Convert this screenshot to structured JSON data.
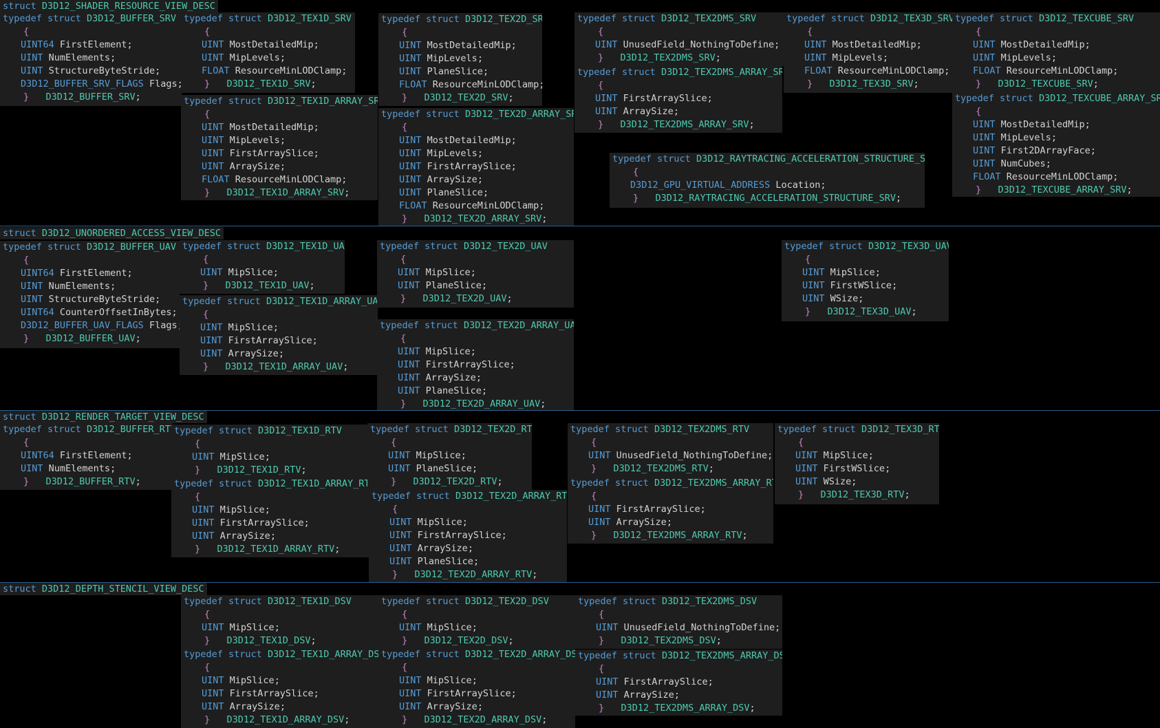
{
  "colors": {
    "background": "#000000",
    "panel": "#1e1e1e",
    "keyword": "#569cd6",
    "type": "#4ec9b0",
    "identifier": "#d4d4d4",
    "brace": "#c586c0",
    "divider": "#2b5f8e"
  },
  "sections": [
    {
      "keyword": "struct",
      "name": "D3D12_SHADER_RESOURCE_VIEW_DESC"
    },
    {
      "keyword": "struct",
      "name": "D3D12_UNORDERED_ACCESS_VIEW_DESC"
    },
    {
      "keyword": "struct",
      "name": "D3D12_RENDER_TARGET_VIEW_DESC"
    },
    {
      "keyword": "struct",
      "name": "D3D12_DEPTH_STENCIL_VIEW_DESC"
    }
  ],
  "blocks": [
    {
      "name": "D3D12_BUFFER_SRV",
      "fields": [
        [
          "UINT64",
          "FirstElement"
        ],
        [
          "UINT",
          "NumElements"
        ],
        [
          "UINT",
          "StructureByteStride"
        ],
        [
          "D3D12_BUFFER_SRV_FLAGS",
          "Flags"
        ]
      ]
    },
    {
      "name": "D3D12_TEX1D_SRV",
      "fields": [
        [
          "UINT",
          "MostDetailedMip"
        ],
        [
          "UINT",
          "MipLevels"
        ],
        [
          "FLOAT",
          "ResourceMinLODClamp"
        ]
      ]
    },
    {
      "name": "D3D12_TEX1D_ARRAY_SRV",
      "fields": [
        [
          "UINT",
          "MostDetailedMip"
        ],
        [
          "UINT",
          "MipLevels"
        ],
        [
          "UINT",
          "FirstArraySlice"
        ],
        [
          "UINT",
          "ArraySize"
        ],
        [
          "FLOAT",
          "ResourceMinLODClamp"
        ]
      ]
    },
    {
      "name": "D3D12_TEX2D_SRV",
      "fields": [
        [
          "UINT",
          "MostDetailedMip"
        ],
        [
          "UINT",
          "MipLevels"
        ],
        [
          "UINT",
          "PlaneSlice"
        ],
        [
          "FLOAT",
          "ResourceMinLODClamp"
        ]
      ]
    },
    {
      "name": "D3D12_TEX2D_ARRAY_SRV",
      "fields": [
        [
          "UINT",
          "MostDetailedMip"
        ],
        [
          "UINT",
          "MipLevels"
        ],
        [
          "UINT",
          "FirstArraySlice"
        ],
        [
          "UINT",
          "ArraySize"
        ],
        [
          "UINT",
          "PlaneSlice"
        ],
        [
          "FLOAT",
          "ResourceMinLODClamp"
        ]
      ]
    },
    {
      "name": "D3D12_TEX2DMS_SRV",
      "fields": [
        [
          "UINT",
          "UnusedField_NothingToDefine"
        ]
      ]
    },
    {
      "name": "D3D12_TEX2DMS_ARRAY_SRV",
      "fields": [
        [
          "UINT",
          "FirstArraySlice"
        ],
        [
          "UINT",
          "ArraySize"
        ]
      ]
    },
    {
      "name": "D3D12_RAYTRACING_ACCELERATION_STRUCTURE_SRV",
      "fields": [
        [
          "D3D12_GPU_VIRTUAL_ADDRESS",
          "Location"
        ]
      ]
    },
    {
      "name": "D3D12_TEX3D_SRV",
      "fields": [
        [
          "UINT",
          "MostDetailedMip"
        ],
        [
          "UINT",
          "MipLevels"
        ],
        [
          "FLOAT",
          "ResourceMinLODClamp"
        ]
      ]
    },
    {
      "name": "D3D12_TEXCUBE_SRV",
      "fields": [
        [
          "UINT",
          "MostDetailedMip"
        ],
        [
          "UINT",
          "MipLevels"
        ],
        [
          "FLOAT",
          "ResourceMinLODClamp"
        ]
      ]
    },
    {
      "name": "D3D12_TEXCUBE_ARRAY_SRV",
      "fields": [
        [
          "UINT",
          "MostDetailedMip"
        ],
        [
          "UINT",
          "MipLevels"
        ],
        [
          "UINT",
          "First2DArrayFace"
        ],
        [
          "UINT",
          "NumCubes"
        ],
        [
          "FLOAT",
          "ResourceMinLODClamp"
        ]
      ]
    },
    {
      "name": "D3D12_BUFFER_UAV",
      "fields": [
        [
          "UINT64",
          "FirstElement"
        ],
        [
          "UINT",
          "NumElements"
        ],
        [
          "UINT",
          "StructureByteStride"
        ],
        [
          "UINT64",
          "CounterOffsetInBytes"
        ],
        [
          "D3D12_BUFFER_UAV_FLAGS",
          "Flags"
        ]
      ]
    },
    {
      "name": "D3D12_TEX1D_UAV",
      "fields": [
        [
          "UINT",
          "MipSlice"
        ]
      ]
    },
    {
      "name": "D3D12_TEX1D_ARRAY_UAV",
      "fields": [
        [
          "UINT",
          "MipSlice"
        ],
        [
          "UINT",
          "FirstArraySlice"
        ],
        [
          "UINT",
          "ArraySize"
        ]
      ]
    },
    {
      "name": "D3D12_TEX2D_UAV",
      "fields": [
        [
          "UINT",
          "MipSlice"
        ],
        [
          "UINT",
          "PlaneSlice"
        ]
      ]
    },
    {
      "name": "D3D12_TEX2D_ARRAY_UAV",
      "fields": [
        [
          "UINT",
          "MipSlice"
        ],
        [
          "UINT",
          "FirstArraySlice"
        ],
        [
          "UINT",
          "ArraySize"
        ],
        [
          "UINT",
          "PlaneSlice"
        ]
      ]
    },
    {
      "name": "D3D12_TEX3D_UAV",
      "fields": [
        [
          "UINT",
          "MipSlice"
        ],
        [
          "UINT",
          "FirstWSlice"
        ],
        [
          "UINT",
          "WSize"
        ]
      ]
    },
    {
      "name": "D3D12_BUFFER_RTV",
      "fields": [
        [
          "UINT64",
          "FirstElement"
        ],
        [
          "UINT",
          "NumElements"
        ]
      ]
    },
    {
      "name": "D3D12_TEX1D_RTV",
      "fields": [
        [
          "UINT",
          "MipSlice"
        ]
      ]
    },
    {
      "name": "D3D12_TEX1D_ARRAY_RTV",
      "fields": [
        [
          "UINT",
          "MipSlice"
        ],
        [
          "UINT",
          "FirstArraySlice"
        ],
        [
          "UINT",
          "ArraySize"
        ]
      ]
    },
    {
      "name": "D3D12_TEX2D_RTV",
      "fields": [
        [
          "UINT",
          "MipSlice"
        ],
        [
          "UINT",
          "PlaneSlice"
        ]
      ]
    },
    {
      "name": "D3D12_TEX2D_ARRAY_RTV",
      "fields": [
        [
          "UINT",
          "MipSlice"
        ],
        [
          "UINT",
          "FirstArraySlice"
        ],
        [
          "UINT",
          "ArraySize"
        ],
        [
          "UINT",
          "PlaneSlice"
        ]
      ]
    },
    {
      "name": "D3D12_TEX2DMS_RTV",
      "fields": [
        [
          "UINT",
          "UnusedField_NothingToDefine"
        ]
      ]
    },
    {
      "name": "D3D12_TEX2DMS_ARRAY_RTV",
      "fields": [
        [
          "UINT",
          "FirstArraySlice"
        ],
        [
          "UINT",
          "ArraySize"
        ]
      ]
    },
    {
      "name": "D3D12_TEX3D_RTV",
      "fields": [
        [
          "UINT",
          "MipSlice"
        ],
        [
          "UINT",
          "FirstWSlice"
        ],
        [
          "UINT",
          "WSize"
        ]
      ]
    },
    {
      "name": "D3D12_TEX1D_DSV",
      "fields": [
        [
          "UINT",
          "MipSlice"
        ]
      ]
    },
    {
      "name": "D3D12_TEX1D_ARRAY_DSV",
      "fields": [
        [
          "UINT",
          "MipSlice"
        ],
        [
          "UINT",
          "FirstArraySlice"
        ],
        [
          "UINT",
          "ArraySize"
        ]
      ]
    },
    {
      "name": "D3D12_TEX2D_DSV",
      "fields": [
        [
          "UINT",
          "MipSlice"
        ]
      ]
    },
    {
      "name": "D3D12_TEX2D_ARRAY_DSV",
      "fields": [
        [
          "UINT",
          "MipSlice"
        ],
        [
          "UINT",
          "FirstArraySlice"
        ],
        [
          "UINT",
          "ArraySize"
        ]
      ]
    },
    {
      "name": "D3D12_TEX2DMS_DSV",
      "fields": [
        [
          "UINT",
          "UnusedField_NothingToDefine"
        ]
      ]
    },
    {
      "name": "D3D12_TEX2DMS_ARRAY_DSV",
      "fields": [
        [
          "UINT",
          "FirstArraySlice"
        ],
        [
          "UINT",
          "ArraySize"
        ]
      ]
    }
  ],
  "keywords": {
    "typedef": "typedef",
    "struct": "struct",
    "open_brace": "{",
    "close_brace": "}",
    "semicolon": ";"
  }
}
